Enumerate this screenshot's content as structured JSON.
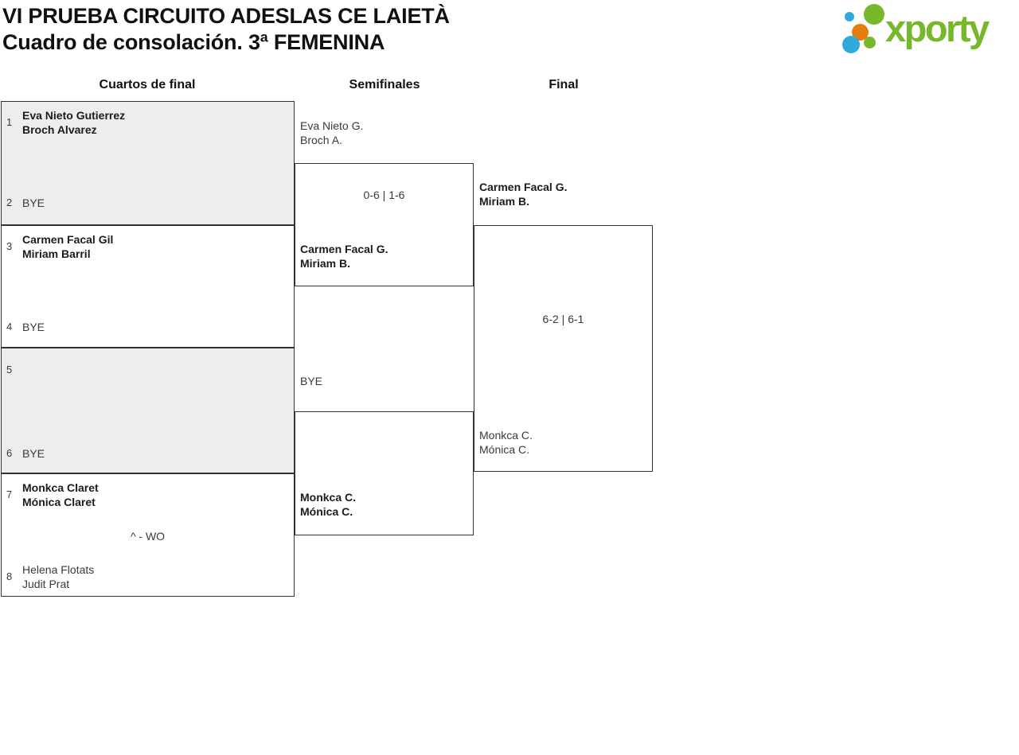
{
  "title": {
    "line1": "VI PRUEBA CIRCUITO ADESLAS CE LAIETÀ",
    "line2": "Cuadro de consolación. 3ª FEMENINA"
  },
  "logo": {
    "brand": "xporty",
    "colors": {
      "green": "#76b82a",
      "blue": "#2faade",
      "orange": "#e87d0e"
    }
  },
  "columns": {
    "quarterfinals": "Cuartos de final",
    "semifinals": "Semifinales",
    "final": "Final"
  },
  "bracket": {
    "quarterfinals": [
      {
        "top": {
          "seed": "1",
          "name1": "Eva Nieto Gutierrez",
          "name2": "Broch Alvarez"
        },
        "bottom": {
          "seed": "2",
          "name1": "BYE",
          "name2": ""
        },
        "score": ""
      },
      {
        "top": {
          "seed": "3",
          "name1": "Carmen Facal Gil",
          "name2": "Miriam Barril"
        },
        "bottom": {
          "seed": "4",
          "name1": "BYE",
          "name2": ""
        },
        "score": ""
      },
      {
        "top": {
          "seed": "5",
          "name1": "",
          "name2": ""
        },
        "bottom": {
          "seed": "6",
          "name1": "BYE",
          "name2": ""
        },
        "score": ""
      },
      {
        "top": {
          "seed": "7",
          "name1": "Monkca Claret",
          "name2": "Mónica Claret"
        },
        "bottom": {
          "seed": "8",
          "name1": "Helena Flotats",
          "name2": "Judit Prat"
        },
        "score": "^ - WO"
      }
    ],
    "semifinals": [
      {
        "top": {
          "name1": "Eva Nieto G.",
          "name2": "Broch A."
        },
        "bottom": {
          "name1": "Carmen Facal G.",
          "name2": "Miriam B."
        },
        "score": "0-6 | 1-6"
      },
      {
        "top": {
          "name1": "BYE",
          "name2": ""
        },
        "bottom": {
          "name1": "Monkca C.",
          "name2": "Mónica C."
        },
        "score": ""
      }
    ],
    "final": {
      "top": {
        "name1": "Carmen Facal G.",
        "name2": "Miriam B."
      },
      "bottom": {
        "name1": "Monkca C.",
        "name2": "Mónica C."
      },
      "score": "6-2 | 6-1"
    }
  }
}
